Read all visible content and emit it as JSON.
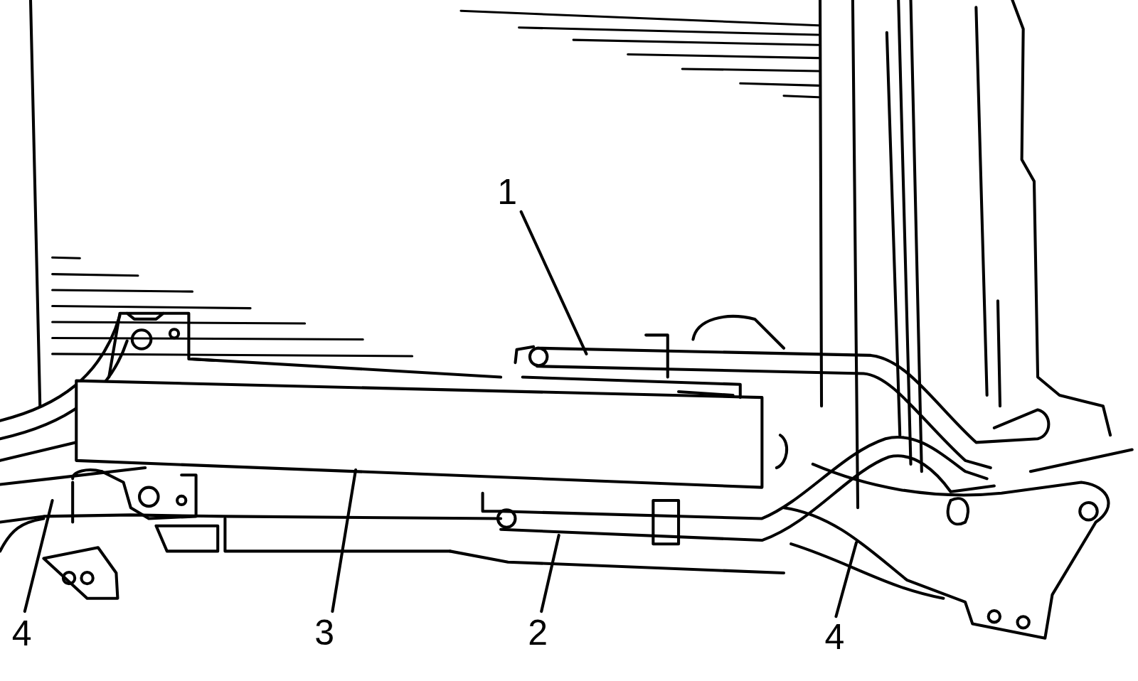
{
  "diagram": {
    "labels": [
      "1",
      "4",
      "3",
      "2",
      "4"
    ]
  }
}
